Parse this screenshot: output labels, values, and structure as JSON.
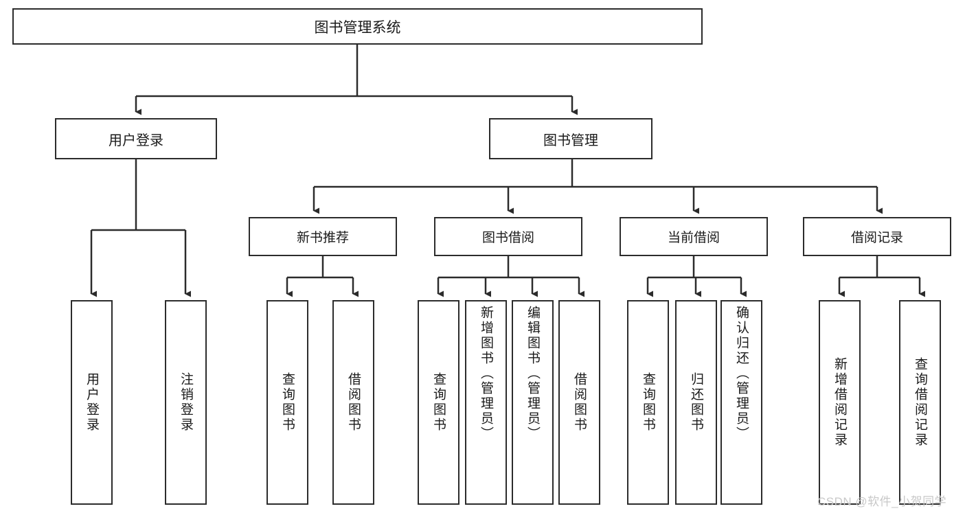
{
  "diagram": {
    "title": "图书管理系统",
    "type": "tree-hierarchy-diagram",
    "colors": {
      "stroke": "#2b2b2b",
      "box_fill": "#ffffff",
      "text": "#1a1a1a",
      "background": "#ffffff",
      "watermark": "#c8c8c8"
    },
    "root": {
      "label": "图书管理系统"
    },
    "level2": [
      {
        "label": "用户登录"
      },
      {
        "label": "图书管理"
      }
    ],
    "level3": [
      {
        "label": "新书推荐"
      },
      {
        "label": "图书借阅"
      },
      {
        "label": "当前借阅"
      },
      {
        "label": "借阅记录"
      }
    ],
    "leaves": {
      "user_login": [
        {
          "label": "用户登录"
        },
        {
          "label": "注销登录"
        }
      ],
      "new_book_recommend": [
        {
          "label": "查询图书"
        },
        {
          "label": "借阅图书"
        }
      ],
      "book_borrow": [
        {
          "label": "查询图书"
        },
        {
          "label": "新增图书（管理员）"
        },
        {
          "label": "编辑图书（管理员）"
        },
        {
          "label": "借阅图书"
        }
      ],
      "current_borrow": [
        {
          "label": "查询图书"
        },
        {
          "label": "归还图书"
        },
        {
          "label": "确认归还（管理员）"
        }
      ],
      "borrow_records": [
        {
          "label": "新增借阅记录"
        },
        {
          "label": "查询借阅记录"
        }
      ]
    }
  },
  "watermark": {
    "text": "CSDN @软件_小贺同学"
  }
}
